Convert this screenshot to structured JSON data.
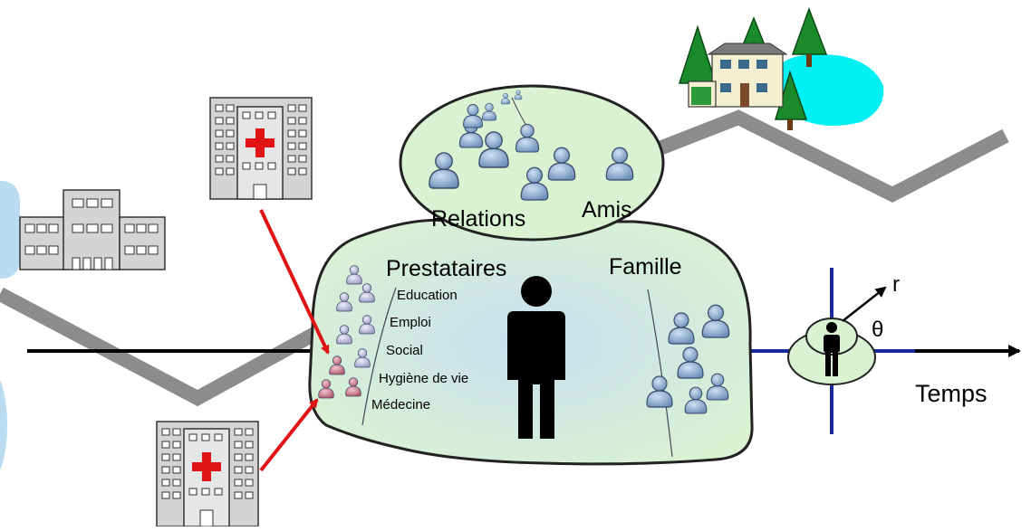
{
  "labels": {
    "relations": "Relations",
    "amis": "Amis",
    "prestataires": "Prestataires",
    "famille": "Famille",
    "temps": "Temps",
    "r": "r",
    "theta": "θ"
  },
  "prestataires_items": [
    "Education",
    "Emploi",
    "Social",
    "Hygiène de vie",
    "Médecine"
  ],
  "colors": {
    "bubble_fill": "#d9f2d2",
    "person_blue": "#8aa9cf",
    "person_red": "#c47a88",
    "person_lilac": "#b8b6d8",
    "road": "#8c8c8c",
    "arrow_red": "#e01414",
    "axis_blue": "#1a2a9a",
    "lake": "#00f0f4",
    "tree": "#1a8a2a"
  }
}
